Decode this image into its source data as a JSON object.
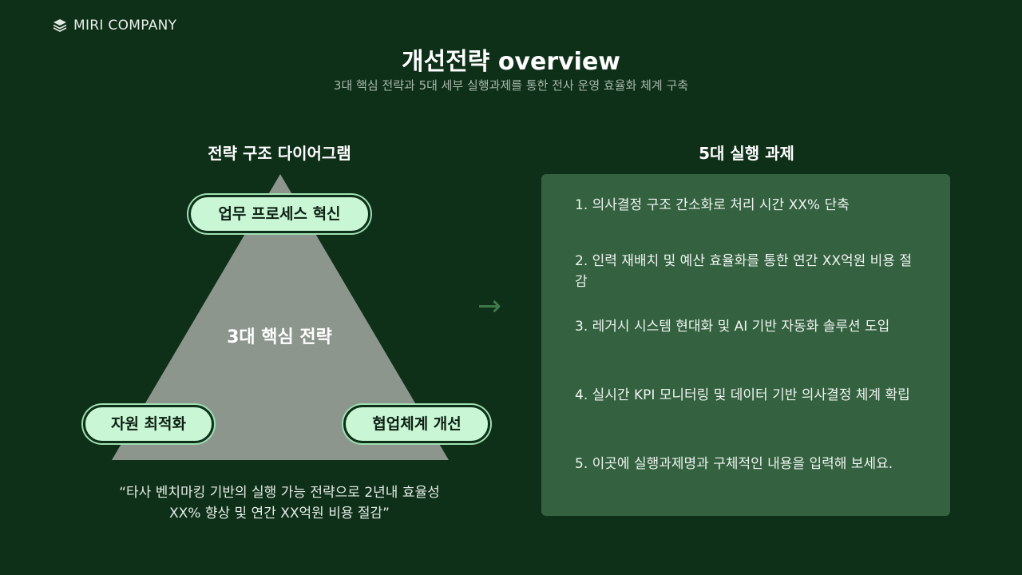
{
  "brand": {
    "name": "MIRI COMPANY",
    "logo_icon": "stacked-layers-icon"
  },
  "title": "개선전략 overview",
  "subtitle": "3대 핵심 전략과 5대 세부 실행과제를 통한 전사 운영 효율화 체계 구축",
  "diagram": {
    "heading": "전략 구조 다이어그램",
    "center_label": "3대 핵심 전략",
    "top_pill": "업무 프로세스 혁신",
    "left_pill": "자원 최적화",
    "right_pill": "협업체계 개선",
    "quote_line1": "“타사 벤치마킹 기반의 실행 가능 전략으로 2년내 효율성",
    "quote_line2": "XX% 향상 및 연간 XX억원 비용 절감”"
  },
  "arrow_icon": "arrow-right-icon",
  "tasks": {
    "heading": "5대 실행 과제",
    "items": [
      "1. 의사결정 구조 간소화로 처리 시간 XX% 단축",
      "2. 인력 재배치 및 예산 효율화를 통한 연간 XX억원 비용 절감",
      "3. 레거시 시스템 현대화 및 AI 기반 자동화 솔루션 도입",
      "4. 실시간 KPI 모니터링 및 데이터 기반 의사결정 체계 확립",
      "5.  이곳에 실행과제명과 구체적인 내용을 입력해 보세요."
    ]
  },
  "colors": {
    "background": "#0e2f18",
    "panel": "#346140",
    "triangle": "#8c968d",
    "pill": "#c9f7d6",
    "arrow": "#3f7a4c"
  }
}
